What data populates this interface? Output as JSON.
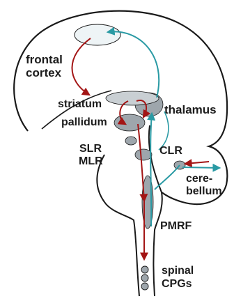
{
  "labels": {
    "frontal_cortex": [
      "frontal",
      "cortex"
    ],
    "striatum": "striatum",
    "pallidum": "pallidum",
    "thalamus": "thalamus",
    "slr": "SLR",
    "mlr": "MLR",
    "clr": "CLR",
    "cerebellum": [
      "cere-",
      "bellum"
    ],
    "pmrf": "PMRF",
    "spinal_cpgs": [
      "spinal",
      "CPGs"
    ]
  },
  "colors": {
    "outline": "#1a1a1a",
    "structure_fill": "#9ea6ac",
    "structure_fill_light": "#c9cfd3",
    "descending_pathway": "#a31515",
    "ascending_pathway": "#2a9aa4"
  }
}
